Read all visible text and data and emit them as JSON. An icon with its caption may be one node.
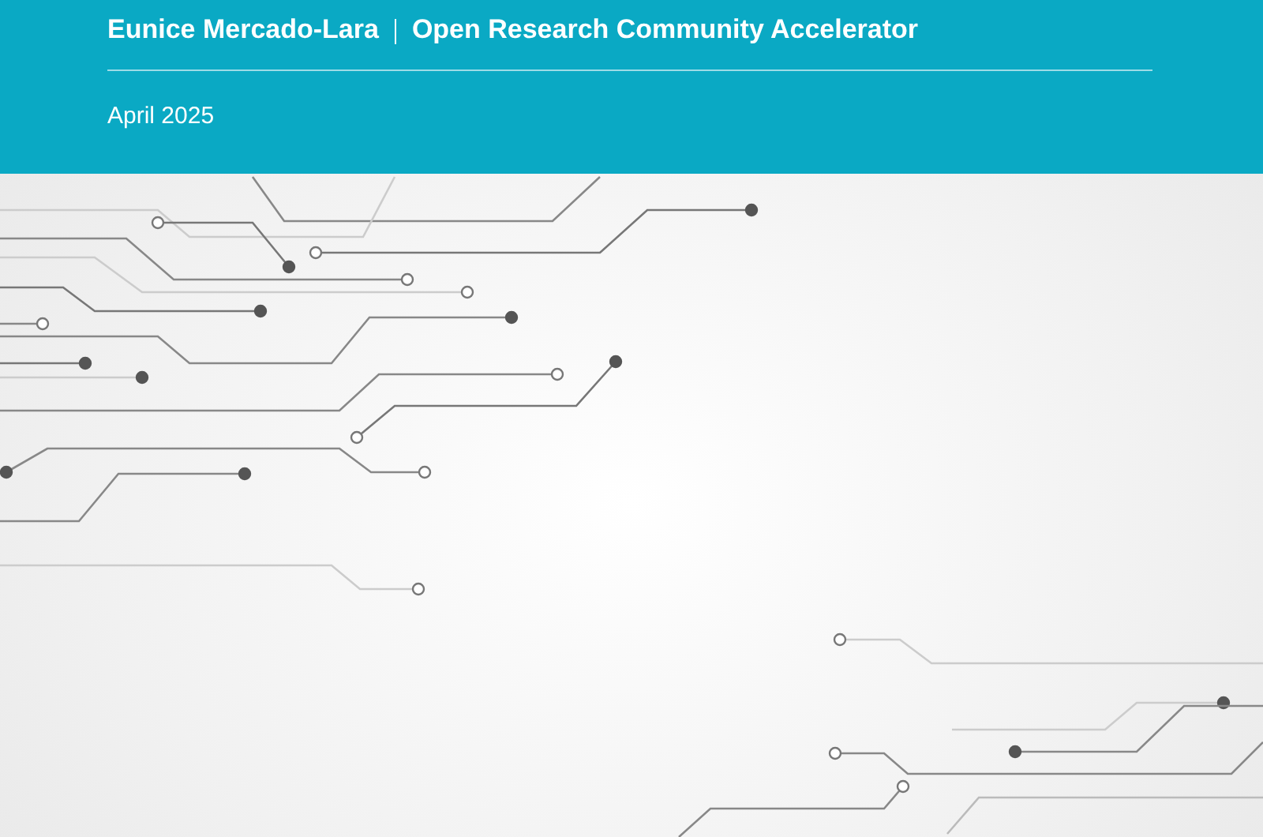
{
  "diagram": {
    "labels": [
      "Eunice Mercado-Lara",
      "Open Research Community Accelerator",
      "April 2025"
    ]
  }
}
